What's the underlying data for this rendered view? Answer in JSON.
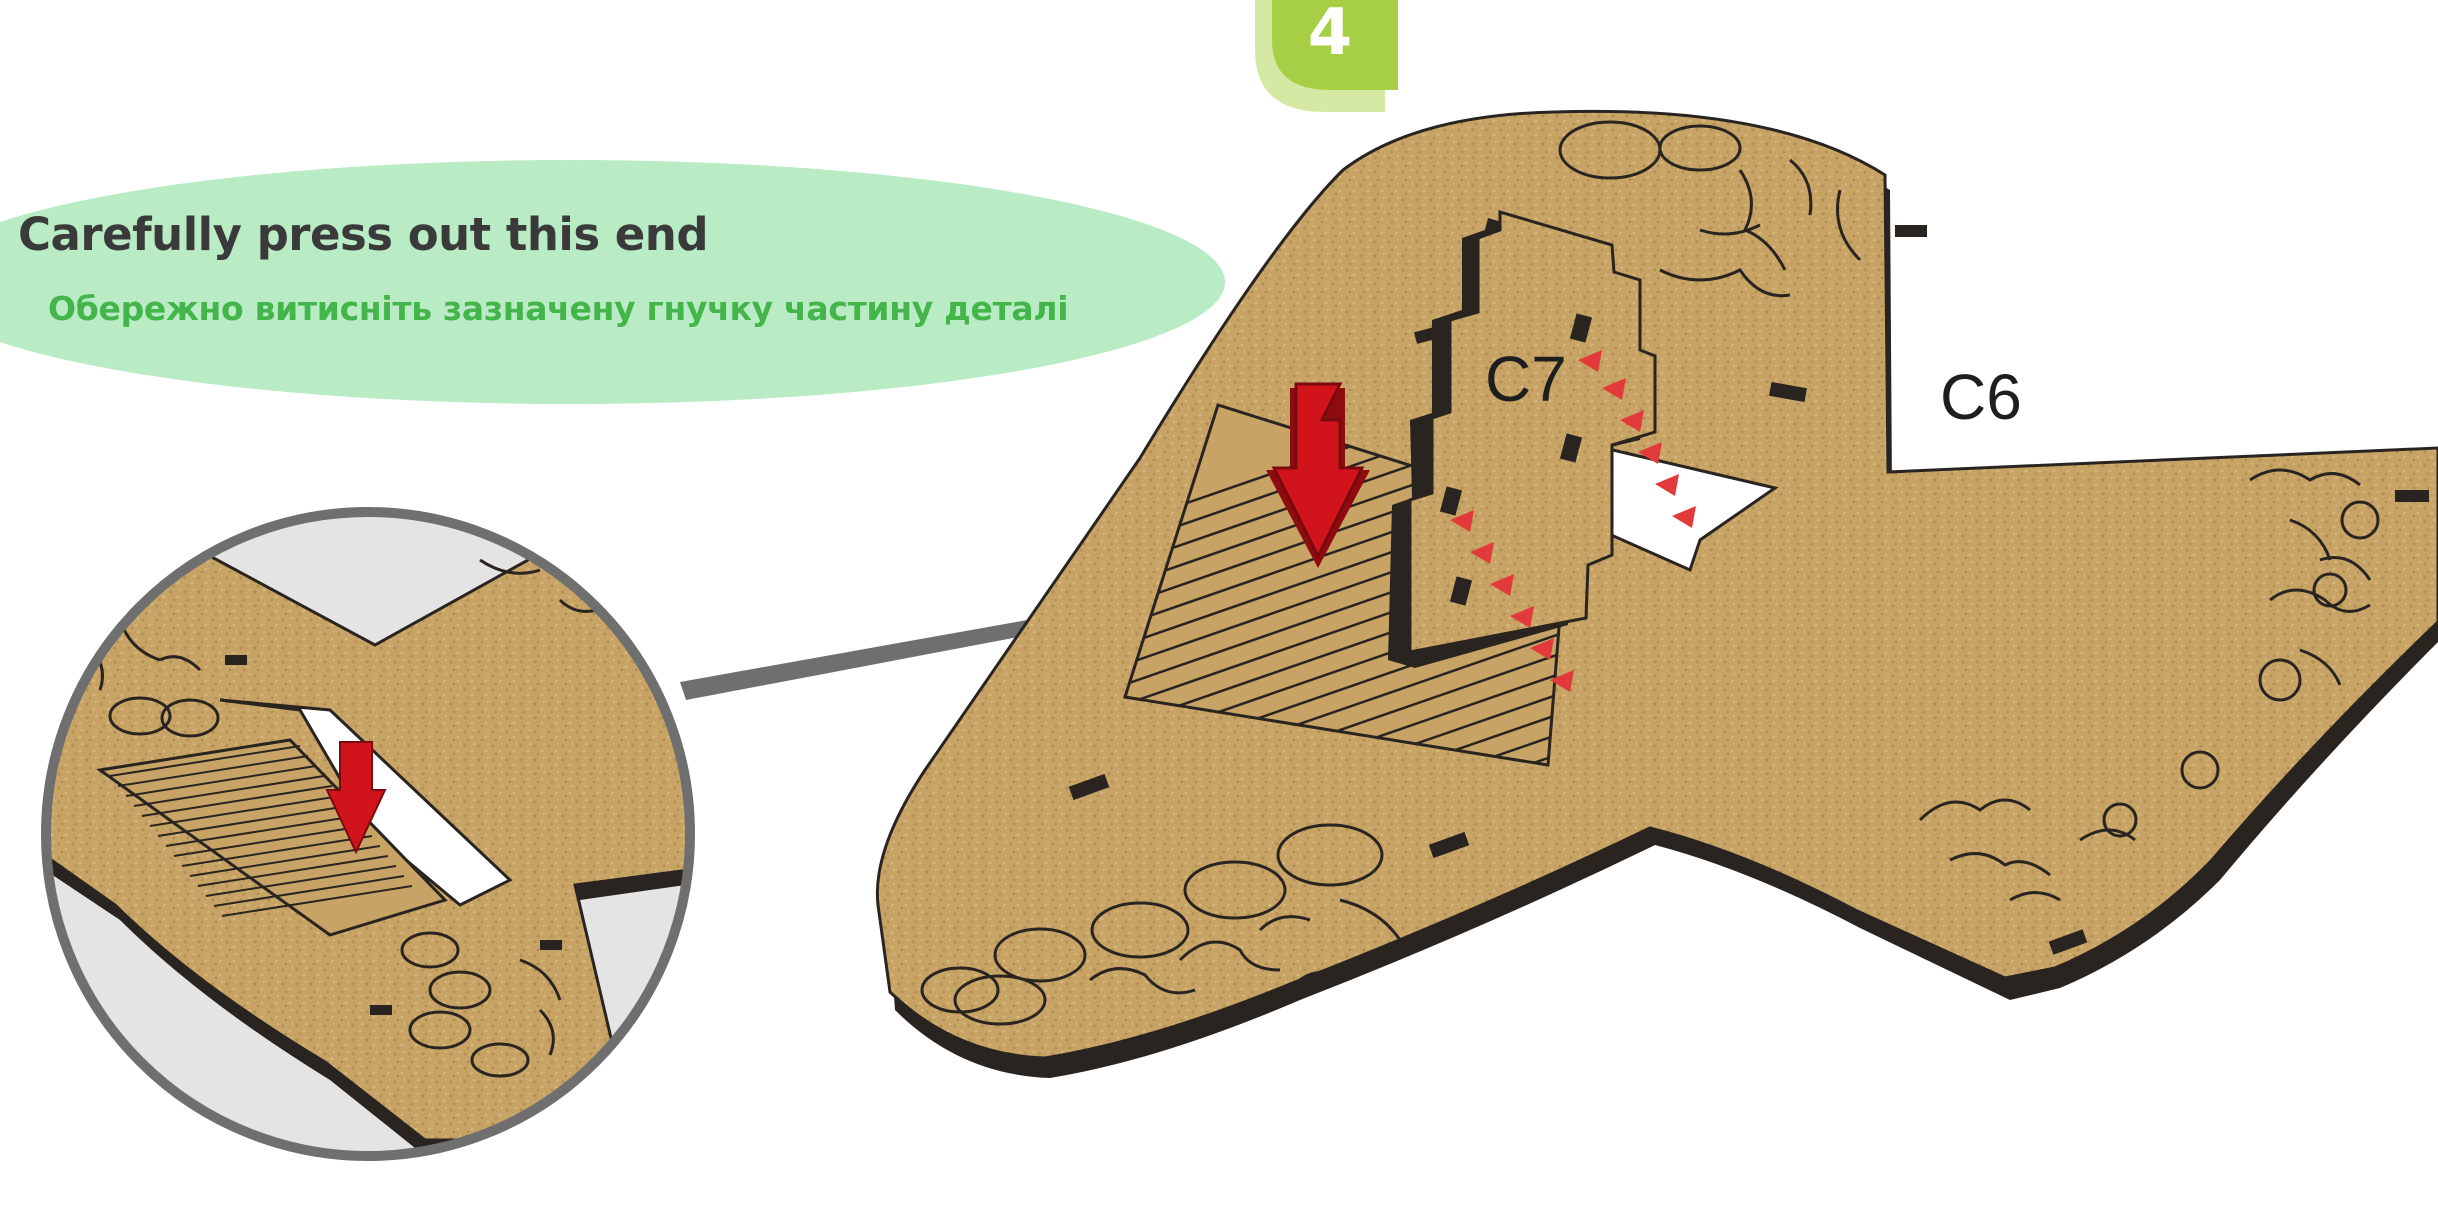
{
  "step": {
    "number": "4",
    "badge_color": "#a6cf45",
    "badge_shadow_color": "#d5e9a5"
  },
  "callout": {
    "text_en": "Carefully press out this end",
    "text_uk": "Обережно витисніть зазначену гнучку частину деталі",
    "bubble_color": "#b9ecc5",
    "text_en_color": "#3a3a3a",
    "text_uk_color": "#44b54a"
  },
  "parts": {
    "c7_label": "C7",
    "c6_label": "C6"
  },
  "colors": {
    "cardboard": "#c7a466",
    "cardboard_edge": "#2a2420",
    "press_arrow": "#d1141b",
    "slide_markers": "#e23a3a",
    "zoom_frame": "#6f6f6f",
    "zoom_background": "#e4e4e4"
  },
  "icons": {
    "press_arrow": "down-arrow-icon",
    "slide_markers": "triangle-marker-icon"
  }
}
